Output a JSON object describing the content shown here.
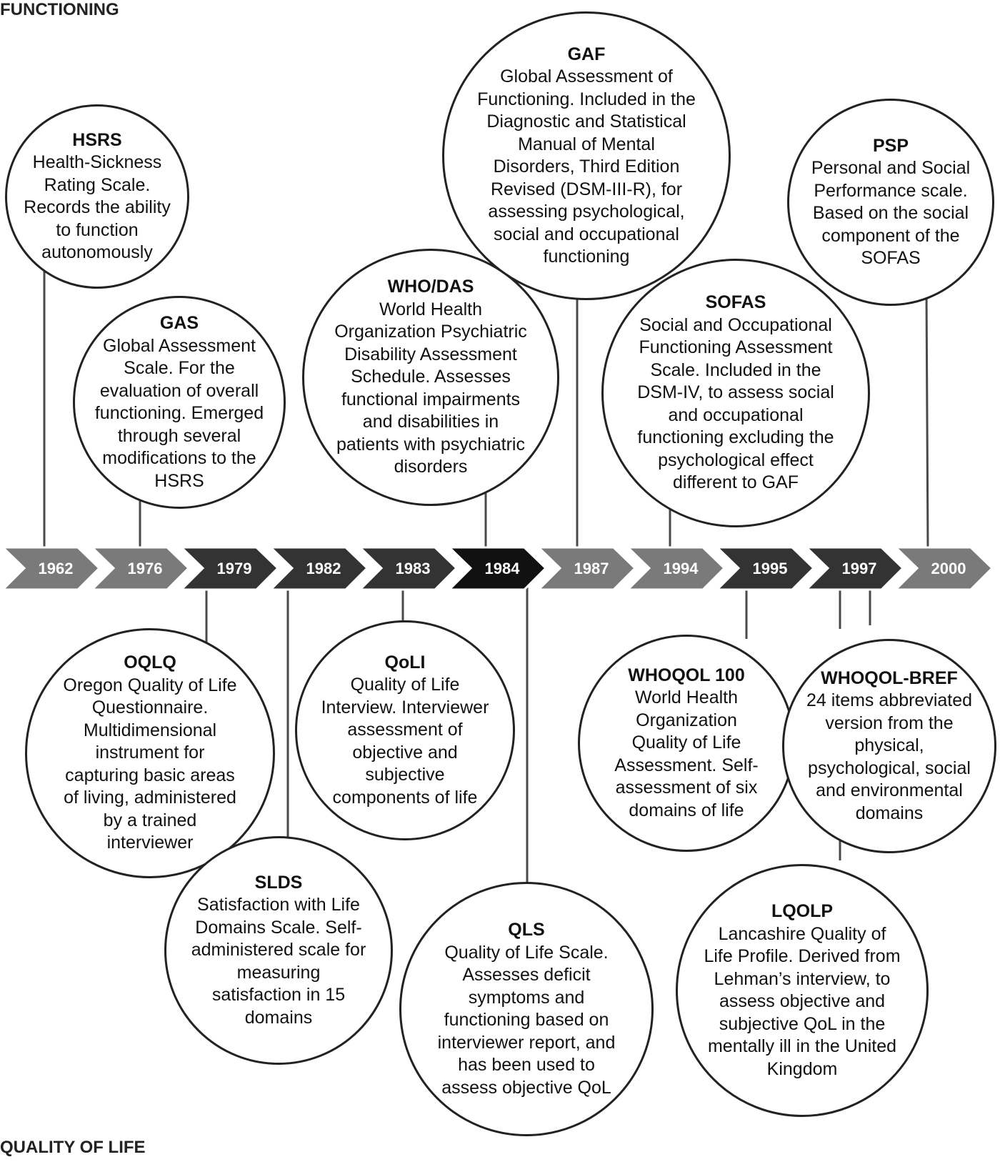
{
  "sections": {
    "top": "FUNCTIONING",
    "bottom": "QUALITY OF LIFE"
  },
  "colors": {
    "line": "#4a4a4a",
    "border": "#222222",
    "arrow_fill": [
      "#7a7a7a",
      "#7a7a7a",
      "#333333",
      "#333333",
      "#333333",
      "#111111",
      "#7a7a7a",
      "#7a7a7a",
      "#333333",
      "#333333",
      "#7a7a7a"
    ]
  },
  "years": [
    "1962",
    "1976",
    "1979",
    "1982",
    "1983",
    "1984",
    "1987",
    "1994",
    "1995",
    "1997",
    "2000"
  ],
  "functioning": [
    {
      "title": "HSRS",
      "desc": [
        "Health-Sickness",
        "Rating Scale.",
        "Records the ability",
        "to function",
        "autonomously"
      ]
    },
    {
      "title": "GAS",
      "desc": [
        "Global Assessment",
        "Scale. For the",
        "evaluation of overall",
        "functioning. Emerged",
        "through several",
        "modifications to the",
        "HSRS"
      ]
    },
    {
      "title": "WHO/DAS",
      "desc": [
        "World Health",
        "Organization Psychiatric",
        "Disability Assessment",
        "Schedule. Assesses",
        "functional impairments",
        "and disabilities in",
        "patients with psychiatric",
        "disorders"
      ]
    },
    {
      "title": "GAF",
      "desc": [
        "Global Assessment of",
        "Functioning. Included in the",
        "Diagnostic and Statistical",
        "Manual of Mental",
        "Disorders, Third Edition",
        "Revised (DSM-III-R), for",
        "assessing psychological,",
        "social and occupational",
        "functioning"
      ]
    },
    {
      "title": "SOFAS",
      "desc": [
        "Social and Occupational",
        "Functioning Assessment",
        "Scale. Included in the",
        "DSM-IV, to assess social",
        "and occupational",
        "functioning excluding the",
        "psychological effect",
        "different to GAF"
      ]
    },
    {
      "title": "PSP",
      "desc": [
        "Personal and Social",
        "Performance scale.",
        "Based on the social",
        "component of the",
        "SOFAS"
      ]
    }
  ],
  "quality_of_life": [
    {
      "title": "OQLQ",
      "desc": [
        "Oregon Quality of Life",
        "Questionnaire.",
        "Multidimensional",
        "instrument for",
        "capturing basic areas",
        "of living, administered",
        "by a trained",
        "interviewer"
      ]
    },
    {
      "title": "SLDS",
      "desc": [
        "Satisfaction with Life",
        "Domains Scale. Self-",
        "administered scale for",
        "measuring",
        "satisfaction in 15",
        "domains"
      ]
    },
    {
      "title": "QoLI",
      "desc": [
        "Quality of Life",
        "Interview. Interviewer",
        "assessment of",
        "objective and",
        "subjective",
        "components of life"
      ]
    },
    {
      "title": "QLS",
      "desc": [
        "Quality of Life Scale.",
        "Assesses deficit",
        "symptoms and",
        "functioning based on",
        "interviewer report, and",
        "has been used to",
        "assess objective QoL"
      ]
    },
    {
      "title": "WHOQOL 100",
      "desc": [
        "World Health",
        "Organization",
        "Quality of Life",
        "Assessment. Self-",
        "assessment of six",
        "domains of life"
      ]
    },
    {
      "title": "WHOQOL-BREF",
      "desc": [
        "24 items abbreviated",
        "version from the",
        "physical,",
        "psychological, social",
        "and environmental",
        "domains"
      ]
    },
    {
      "title": "LQOLP",
      "desc": [
        "Lancashire Quality of",
        "Life Profile. Derived from",
        "Lehman’s interview, to",
        "assess objective and",
        "subjective QoL in the",
        "mentally ill in the United",
        "Kingdom"
      ]
    }
  ]
}
